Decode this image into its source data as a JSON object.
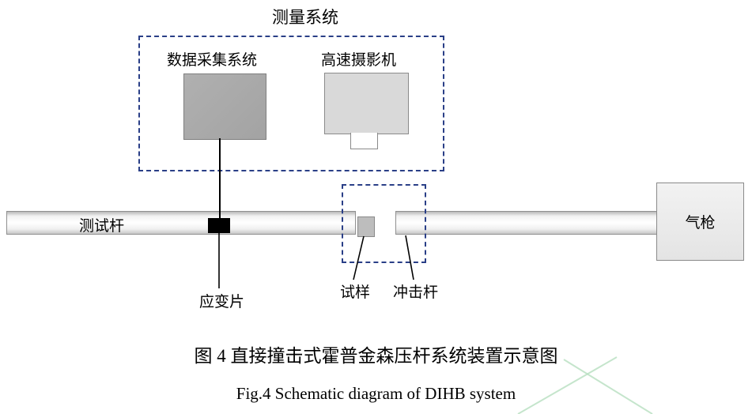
{
  "diagram": {
    "measurement_system": {
      "title": "测量系统",
      "daq_label": "数据采集系统",
      "camera_label": "高速摄影机"
    },
    "bars": {
      "test_bar_label": "测试杆",
      "impact_bar_label": "冲击杆",
      "gas_gun_label": "气枪"
    },
    "annotations": {
      "strain_gauge_label": "应变片",
      "specimen_label": "试样"
    },
    "colors": {
      "dashed_box_blue": "#2a3f87",
      "daq_box_fill": "#a6a6a6",
      "camera_box_fill": "#d9d9d9",
      "specimen_fill": "#bdbdbd",
      "strain_gauge_fill": "#000000",
      "bar_outline": "#909090",
      "watermark_green": "#b7dfc0"
    }
  },
  "captions": {
    "chinese": "图 4 直接撞击式霍普金森压杆系统装置示意图",
    "english": "Fig.4 Schematic diagram of DIHB system"
  }
}
